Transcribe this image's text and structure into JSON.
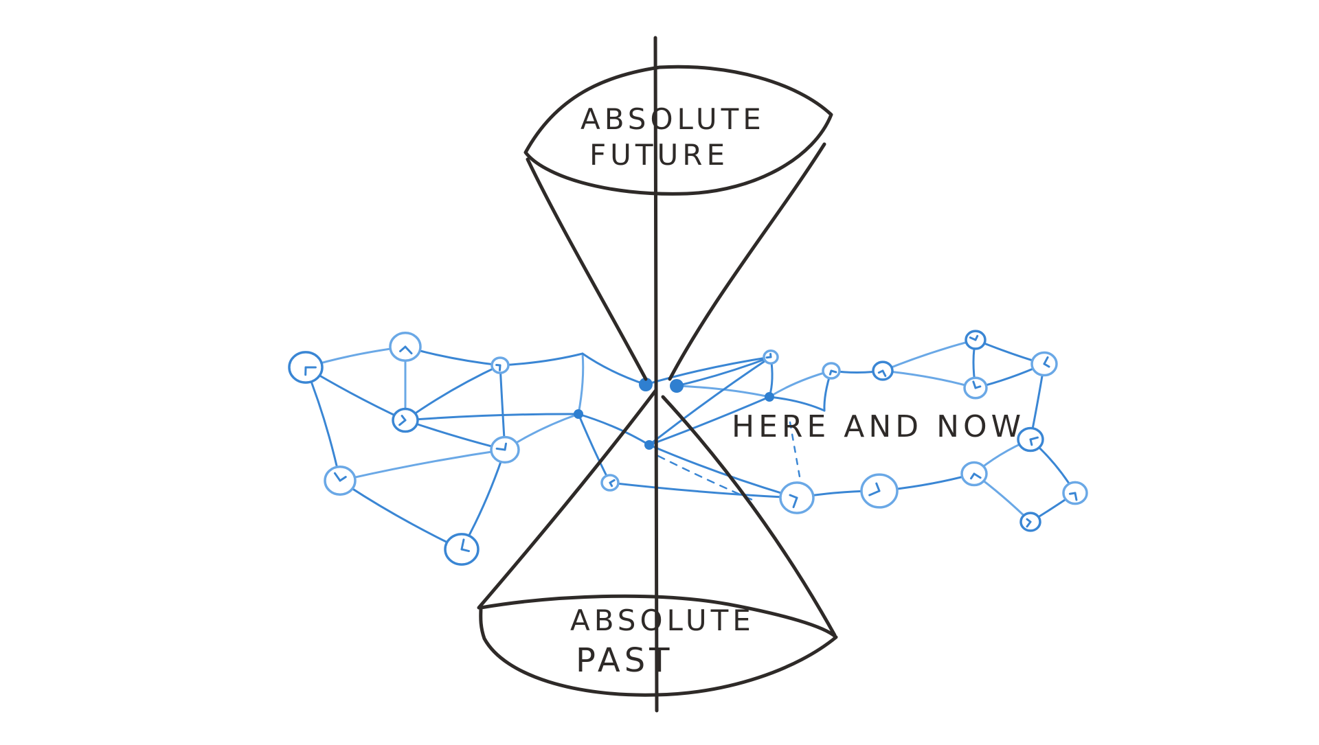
{
  "labels": {
    "future_line1": "ABSOLUTE",
    "future_line2": "FUTURE",
    "past_line1": "ABSOLUTE",
    "past_line2": "PAST",
    "here_and_now": "HERE AND NOW"
  },
  "colors": {
    "ink_dark": "#2e2a28",
    "ink_blue": "#3a86d4",
    "ink_blue_light": "#6aa8e6",
    "background": "#ffffff"
  }
}
